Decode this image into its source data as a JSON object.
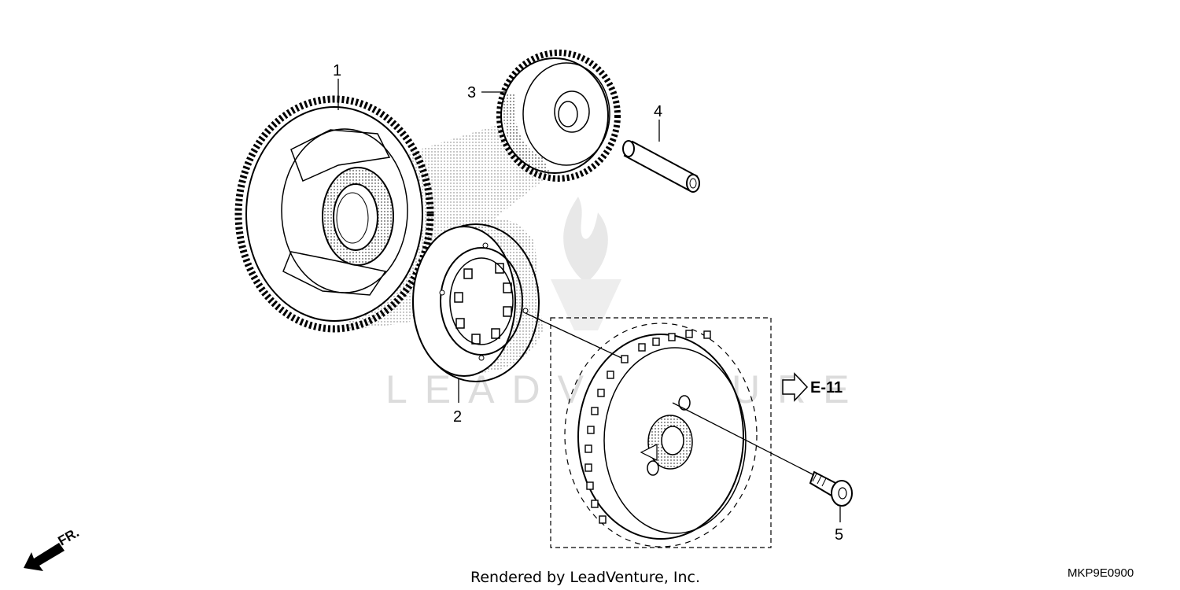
{
  "diagram": {
    "callouts": [
      {
        "id": "1",
        "label": "1"
      },
      {
        "id": "2",
        "label": "2"
      },
      {
        "id": "3",
        "label": "3"
      },
      {
        "id": "4",
        "label": "4"
      },
      {
        "id": "5",
        "label": "5"
      }
    ],
    "section_ref": "E-11",
    "front_label": "FR.",
    "credit": "Rendered by LeadVenture, Inc.",
    "drawing_code": "MKP9E0900",
    "watermark": "LEADVENTURE"
  },
  "colors": {
    "line": "#000000",
    "background": "#ffffff",
    "watermark": "#dcdcdc"
  }
}
